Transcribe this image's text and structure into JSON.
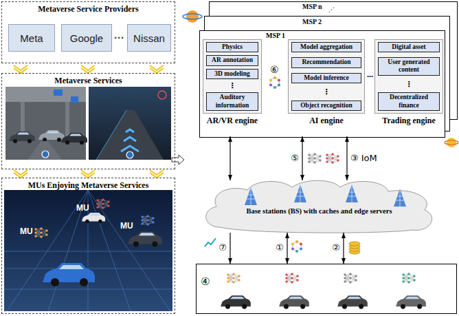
{
  "diagram": {
    "nodes": [
      {
        "text": [
          "Metaverse Service Providers"
        ]
      },
      {
        "text": [
          "Meta"
        ],
        "in": 0
      },
      {
        "text": [
          "Google"
        ],
        "in": 0
      },
      {
        "text": [
          "Nissan"
        ],
        "in": 0
      },
      {
        "text": [
          "Metaverse Services"
        ]
      },
      {
        "text": [
          "MUs Enjoying Metaverse Services"
        ]
      },
      {
        "text": [
          "MSP n"
        ]
      },
      {
        "text": [
          "MSP 2"
        ]
      },
      {
        "text": [
          "MSP 1"
        ]
      },
      {
        "text": [
          "AR/VR engine"
        ],
        "in": 8
      },
      {
        "text": [
          "Physics"
        ],
        "in": 9
      },
      {
        "text": [
          "AR annotation"
        ],
        "in": 9
      },
      {
        "text": [
          "3D modeling"
        ],
        "in": 9
      },
      {
        "text": [
          "Auditory information"
        ],
        "in": 9
      },
      {
        "text": [
          "AI engine"
        ],
        "in": 8
      },
      {
        "text": [
          "Model aggregation"
        ],
        "in": 14
      },
      {
        "text": [
          "Recommendation"
        ],
        "in": 14
      },
      {
        "text": [
          "Model inference"
        ],
        "in": 14
      },
      {
        "text": [
          "Object recognition"
        ],
        "in": 14
      },
      {
        "text": [
          "Trading engine"
        ],
        "in": 8
      },
      {
        "text": [
          "Digital asset"
        ],
        "in": 19
      },
      {
        "text": [
          "User generated content"
        ],
        "in": 19
      },
      {
        "text": [
          "Decentralized finance"
        ],
        "in": 19
      },
      {
        "text": [
          "Base stations (BS) with caches and edge servers"
        ]
      },
      {
        "text": [
          "④"
        ]
      }
    ],
    "edges": [
      {
        "from": 9,
        "to": 23,
        "arrow": "both"
      },
      {
        "from": 23,
        "to": 14,
        "label": "⑤",
        "arrow": "both"
      },
      {
        "from": 23,
        "to": 14,
        "label": "③ IoM",
        "arrow": "both"
      },
      {
        "from": 23,
        "to": 24,
        "label": "⑦",
        "arrow": "to"
      },
      {
        "from": 23,
        "to": 24,
        "label": "①",
        "arrow": "both"
      },
      {
        "from": 23,
        "to": 24,
        "label": "②",
        "arrow": "both"
      }
    ],
    "labels": [
      "···",
      "MU",
      "MU",
      "MU",
      "⋰",
      "⋮",
      "⋮",
      "⋮",
      "...",
      "⑥"
    ]
  }
}
